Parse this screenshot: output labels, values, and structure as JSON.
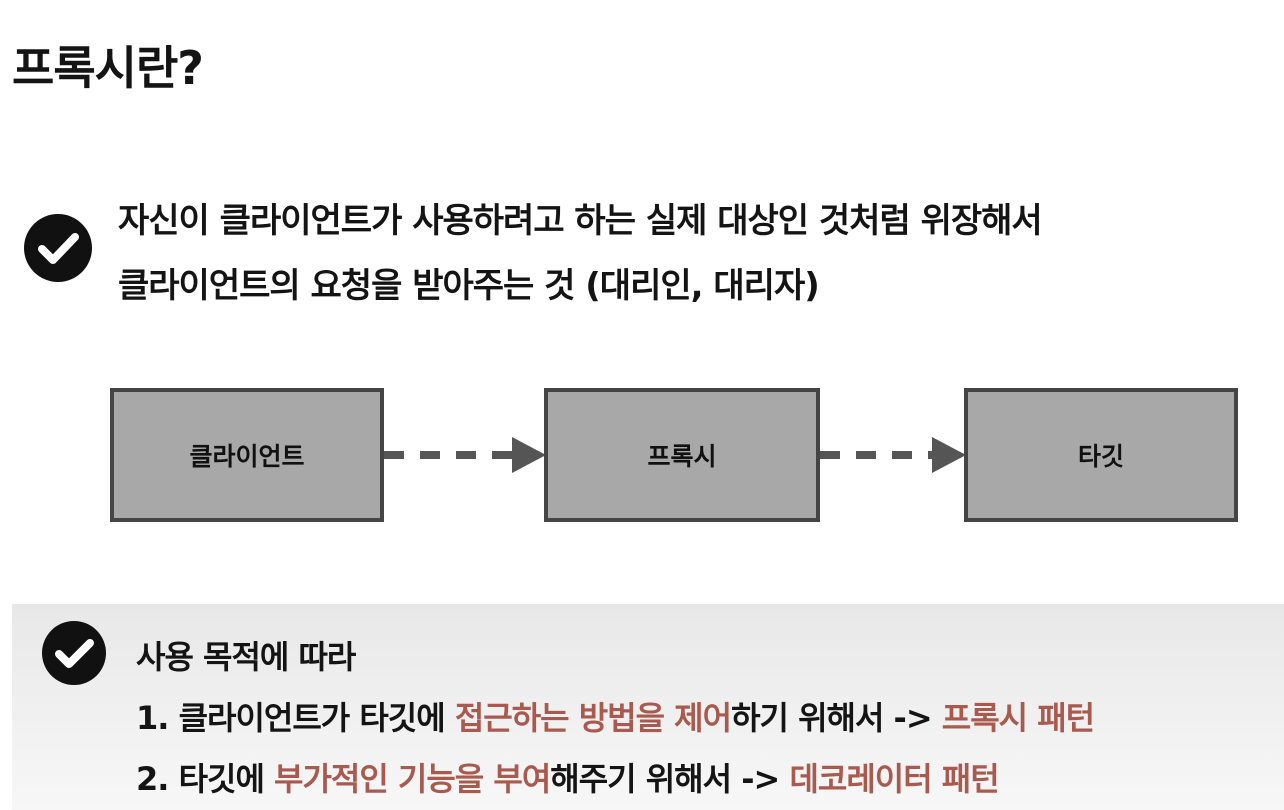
{
  "title": "프록시란?",
  "definition": {
    "line1": "자신이 클라이언트가 사용하려고 하는 실제 대상인 것처럼 위장해서",
    "line2": "클라이언트의 요청을 받아주는 것 (대리인, 대리자)"
  },
  "diagram": {
    "nodes": [
      "클라이언트",
      "프록시",
      "타깃"
    ]
  },
  "purpose": {
    "heading": "사용 목적에 따라",
    "item1": {
      "pre": "1. 클라이언트가 타깃에 ",
      "highlight": "접근하는 방법을 제어",
      "mid": "하기 위해서 -> ",
      "pattern": "프록시 패턴"
    },
    "item2": {
      "pre": "2. 타깃에 ",
      "highlight": "부가적인 기능을 부여",
      "mid": "해주기 위해서 -> ",
      "pattern": "데코레이터 패턴"
    }
  },
  "colors": {
    "accent": "#a85a4f",
    "box_fill": "#a8a8a8",
    "box_border": "#454545",
    "text": "#141414"
  },
  "icons": [
    "check-circle-icon",
    "arrow-right-dashed-icon"
  ]
}
